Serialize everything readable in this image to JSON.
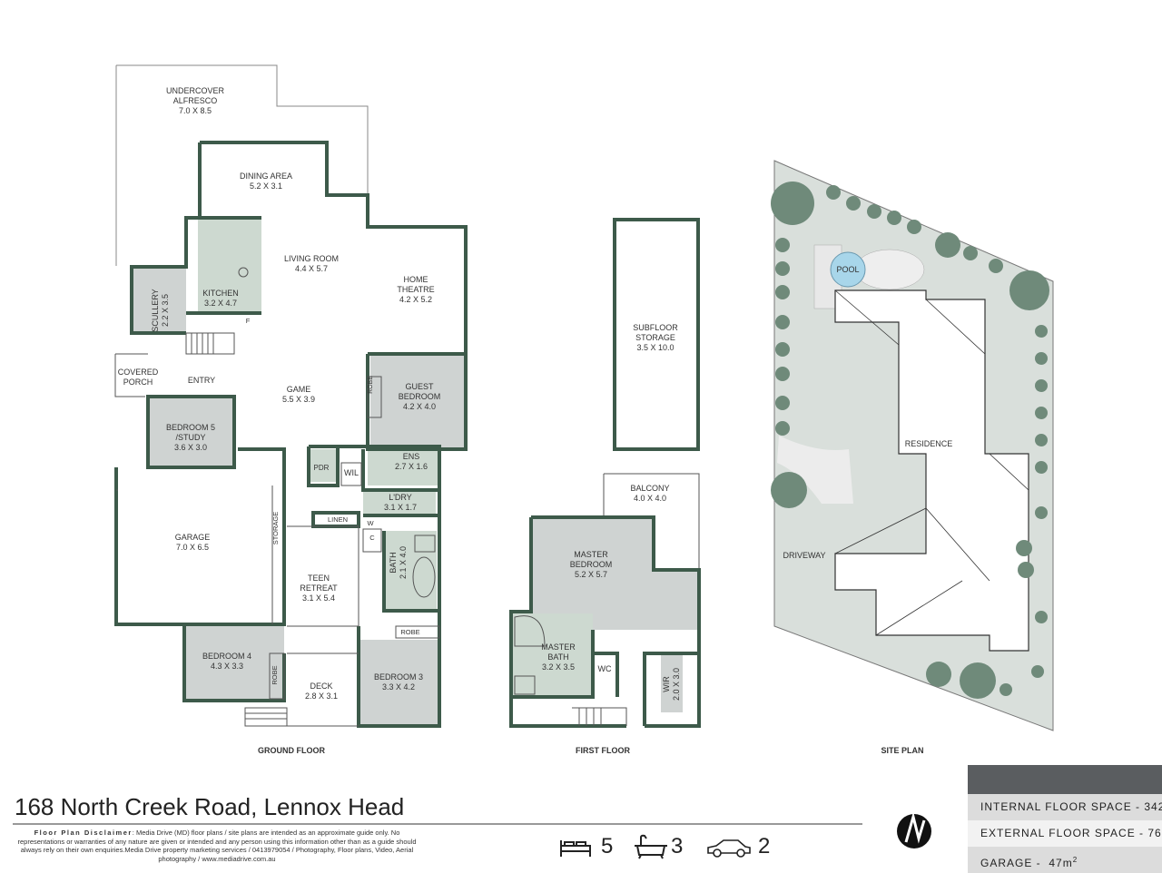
{
  "address": "168 North Creek Road, Lennox Head",
  "disclaimer": {
    "heading": "Floor Plan Disclaimer",
    "body": ": Media Drive (MD) floor plans / site plans are intended as an approximate guide only. No representations or warranties of any nature are given or intended and any person using this information other than as a guide should always rely on their own enquiries.Media Drive property marketing services / 0413979054 / Photography, Floor plans, Video, Aerial photography / www.mediadrive.com.au"
  },
  "features": {
    "bedrooms": "5",
    "bathrooms": "3",
    "cars": "2"
  },
  "info": {
    "internal": "INTERNAL FLOOR SPACE - 342",
    "external": "EXTERNAL FLOOR SPACE - 76",
    "garage_label": "GARAGE -",
    "garage_value": "47m",
    "garage_sup": "2"
  },
  "sections": {
    "ground": "GROUND FLOOR",
    "first": "FIRST FLOOR",
    "site": "SITE PLAN"
  },
  "rooms": {
    "alfresco": [
      "UNDERCOVER",
      "ALFRESCO",
      "7.0 X 8.5"
    ],
    "dining": [
      "DINING AREA",
      "5.2 X 3.1"
    ],
    "living": [
      "LIVING ROOM",
      "4.4 X 5.7"
    ],
    "theatre": [
      "HOME",
      "THEATRE",
      "4.2 X 5.2"
    ],
    "kitchen": [
      "KITCHEN",
      "3.2 X 4.7"
    ],
    "scullery": [
      "SCULLERY",
      "2.2 X 3.5"
    ],
    "porch": [
      "COVERED",
      "PORCH"
    ],
    "entry": "ENTRY",
    "game": [
      "GAME",
      "5.5 X 3.9"
    ],
    "guest": [
      "GUEST",
      "BEDROOM",
      "4.2 X 4.0"
    ],
    "bed5": [
      "BEDROOM 5",
      "/STUDY",
      "3.6 X 3.0"
    ],
    "ens": [
      "ENS",
      "2.7 X 1.6"
    ],
    "pdr": "PDR",
    "wil": "WIL",
    "ldry": [
      "L'DRY",
      "3.1 X 1.7"
    ],
    "linen": "LINEN",
    "garage": [
      "GARAGE",
      "7.0 X 6.5"
    ],
    "storage": "STORAGE",
    "bath": [
      "BATH",
      "2.1 X 4.0"
    ],
    "teen": [
      "TEEN",
      "RETREAT",
      "3.1 X 5.4"
    ],
    "bed4": [
      "BEDROOM 4",
      "4.3 X 3.3"
    ],
    "deck": [
      "DECK",
      "2.8 X 3.1"
    ],
    "bed3": [
      "BEDROOM 3",
      "3.3 X 4.2"
    ],
    "robe": "ROBE",
    "w": "W",
    "c": "C",
    "f": "F",
    "subfloor": [
      "SUBFLOOR",
      "STORAGE",
      "3.5 X 10.0"
    ],
    "balcony": [
      "BALCONY",
      "4.0 X 4.0"
    ],
    "master": [
      "MASTER",
      "BEDROOM",
      "5.2 X 5.7"
    ],
    "masterbath": [
      "MASTER",
      "BATH",
      "3.2 X 3.5"
    ],
    "wc": "WC",
    "wir": [
      "WIR",
      "2.0 X 3.0"
    ],
    "pool": "POOL",
    "residence": "RESIDENCE",
    "driveway": "DRIVEWAY"
  },
  "colors": {
    "wall": "#3d5a4a",
    "room_fill": "#cfd3d2",
    "wet_fill": "#cdd9d0",
    "site_ground": "#d9dfdb",
    "tree": "#6f8a7a",
    "pool": "#a8d6ea"
  },
  "icons": [
    "bed-icon",
    "bath-icon",
    "car-icon",
    "compass-icon"
  ]
}
